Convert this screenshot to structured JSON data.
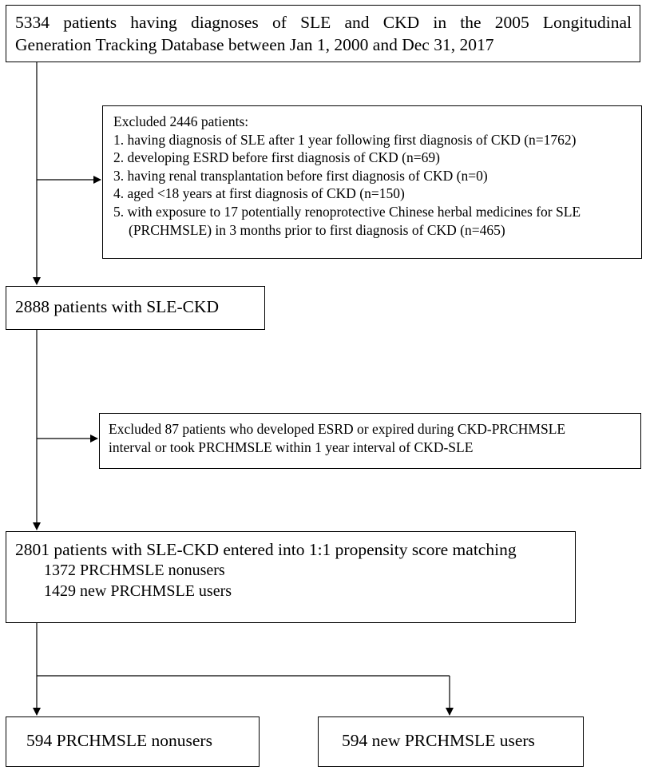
{
  "flowchart": {
    "source_box": {
      "lines": [
        "5334 patients having diagnoses of SLE and CKD in the 2005 Longitudinal",
        "Generation Tracking Database between Jan 1, 2000 and Dec 31, 2017"
      ]
    },
    "exclusion_1": {
      "heading": "Excluded 2446 patients:",
      "items": [
        "1. having diagnosis of SLE after 1 year following first diagnosis of CKD (n=1762)",
        "2. developing ESRD before first diagnosis of CKD (n=69)",
        "3. having renal transplantation before first diagnosis of CKD (n=0)",
        "4. aged <18 years at first diagnosis of CKD (n=150)",
        "5. with exposure to 17 potentially renoprotective Chinese herbal medicines for SLE",
        "(PRCHMSLE) in 3 months prior to first diagnosis of CKD (n=465)"
      ]
    },
    "sle_ckd_box": {
      "text": "2888 patients with SLE-CKD"
    },
    "exclusion_2": {
      "lines": [
        "Excluded 87 patients who developed ESRD or expired during CKD-PRCHMSLE",
        "interval or took PRCHMSLE within 1 year interval of CKD-SLE"
      ]
    },
    "matching_box": {
      "title": "2801 patients with SLE-CKD entered into 1:1 propensity score matching",
      "nonusers": "1372 PRCHMSLE nonusers",
      "users": "1429 new PRCHMSLE users"
    },
    "outcome_nonusers": {
      "text": "594 PRCHMSLE nonusers"
    },
    "outcome_users": {
      "text": "594 new PRCHMSLE users"
    },
    "colors": {
      "line": "#000000",
      "arrow": "#000000",
      "box_border": "#000000"
    }
  }
}
